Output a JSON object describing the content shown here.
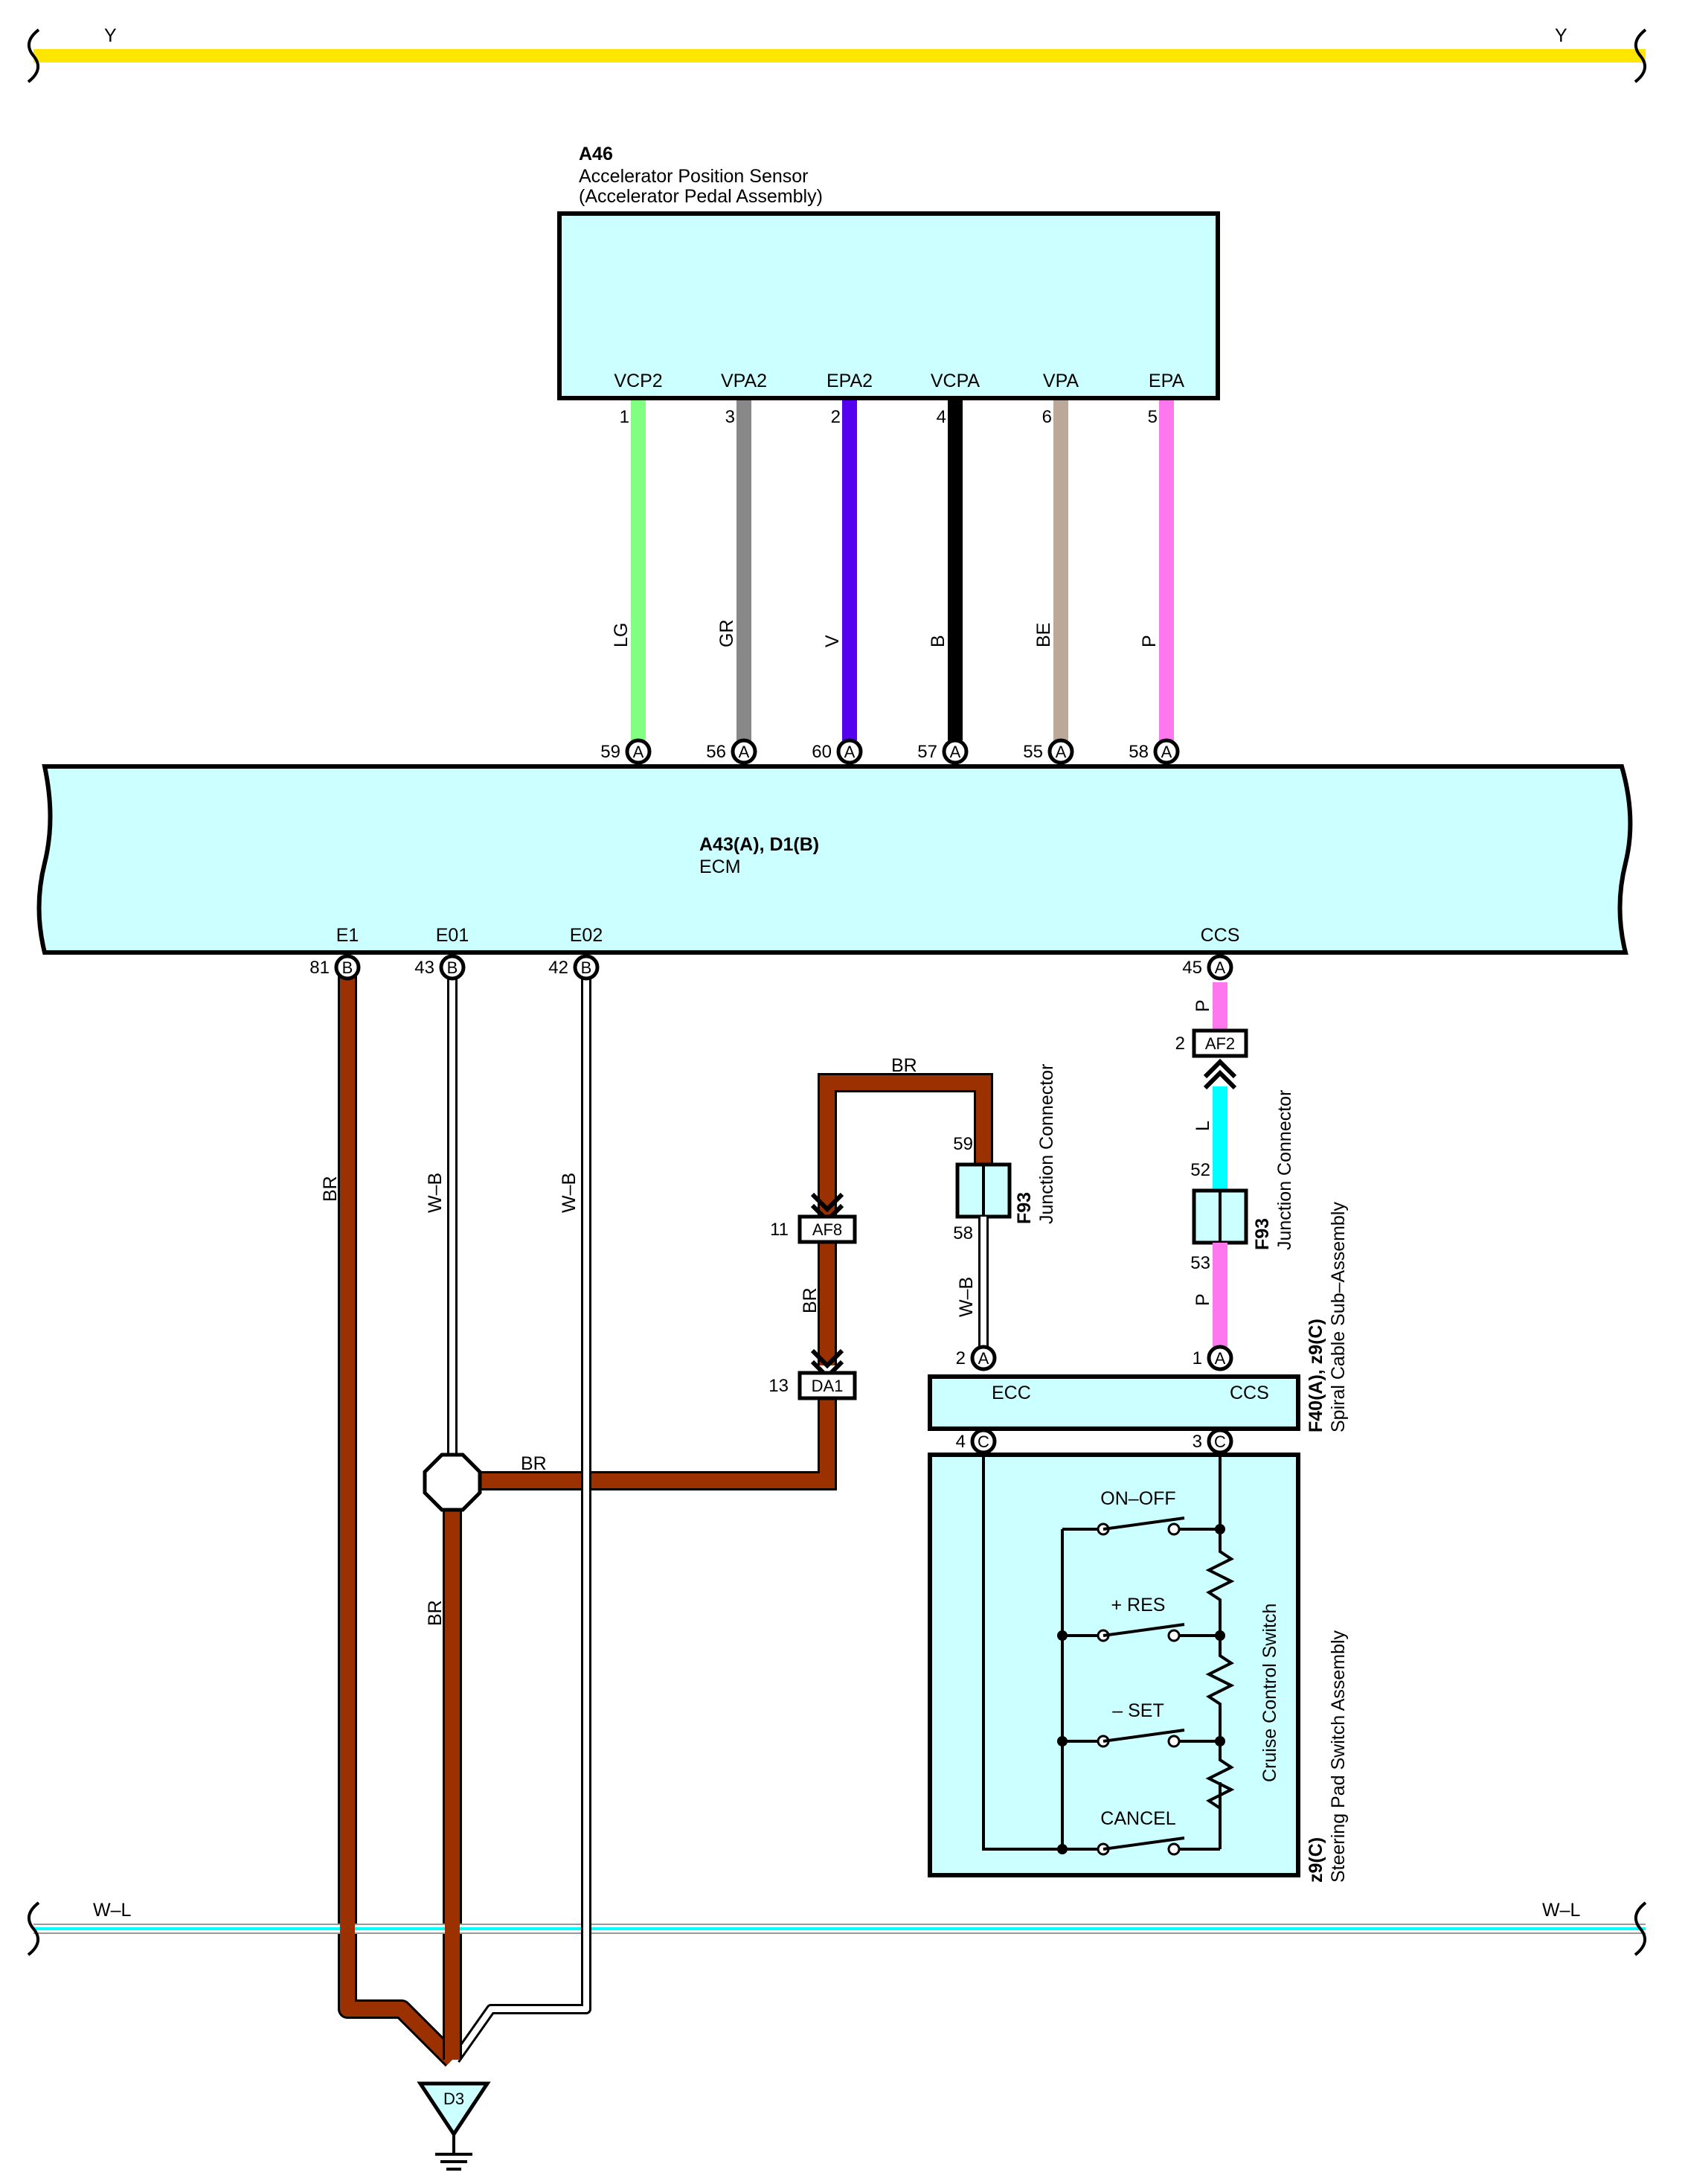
{
  "bus": {
    "top_label_left": "Y",
    "top_label_right": "Y",
    "bottom_label_left": "W–L",
    "bottom_label_right": "W–L"
  },
  "sensor": {
    "code": "A46",
    "name": "Accelerator Position Sensor",
    "subname": "(Accelerator Pedal Assembly)",
    "terminals": [
      {
        "name": "VCP2",
        "pin": "1",
        "wire": "LG",
        "color": "#80ff80",
        "ecm_pin": "59",
        "connector": "A"
      },
      {
        "name": "VPA2",
        "pin": "3",
        "wire": "GR",
        "color": "#888888",
        "ecm_pin": "56",
        "connector": "A"
      },
      {
        "name": "EPA2",
        "pin": "2",
        "wire": "V",
        "color": "#5500ee",
        "ecm_pin": "60",
        "connector": "A"
      },
      {
        "name": "VCPA",
        "pin": "4",
        "wire": "B",
        "color": "#000000",
        "ecm_pin": "57",
        "connector": "A"
      },
      {
        "name": "VPA",
        "pin": "6",
        "wire": "BE",
        "color": "#bba898",
        "ecm_pin": "55",
        "connector": "A"
      },
      {
        "name": "EPA",
        "pin": "5",
        "wire": "P",
        "color": "#ff77ee",
        "ecm_pin": "58",
        "connector": "A"
      }
    ]
  },
  "ecm": {
    "code": "A43(A), D1(B)",
    "name": "ECM",
    "bottom_terminals": [
      {
        "name": "E1",
        "pin": "81",
        "connector": "B"
      },
      {
        "name": "E01",
        "pin": "43",
        "connector": "B"
      },
      {
        "name": "E02",
        "pin": "42",
        "connector": "B"
      },
      {
        "name": "CCS",
        "pin": "45",
        "connector": "A"
      }
    ]
  },
  "wires": {
    "e1": "BR",
    "e01": "W–B",
    "e02": "W–B",
    "junction_out": "BR",
    "junction_down": "BR",
    "loop_top": "BR",
    "af8_da1": "BR",
    "f93_wb": "W–B",
    "ccs_p1": "P",
    "ccs_l": "L",
    "ccs_p2": "P"
  },
  "connectors": {
    "af2": {
      "code": "AF2",
      "pin": "2"
    },
    "af8": {
      "code": "AF8",
      "pin": "11"
    },
    "da1": {
      "code": "DA1",
      "pin": "13"
    },
    "f93_left": {
      "code": "F93",
      "name": "Junction Connector",
      "pin_top": "59",
      "pin_bottom": "58"
    },
    "f93_right": {
      "code": "F93",
      "name": "Junction Connector",
      "pin_top": "52",
      "pin_bottom": "53"
    }
  },
  "spiral": {
    "code": "F40(A), z9(C)",
    "name": "Spiral Cable Sub–Assembly",
    "left_label": "ECC",
    "right_label": "CCS",
    "pin_tl": "2",
    "conn_tl": "A",
    "pin_tr": "1",
    "conn_tr": "A",
    "pin_bl": "4",
    "conn_bl": "C",
    "pin_br": "3",
    "conn_br": "C"
  },
  "switch_assy": {
    "code": "z9(C)",
    "name": "Steering Pad Switch Assembly",
    "inner_name": "Cruise Control Switch",
    "switches": [
      "ON–OFF",
      "+ RES",
      "– SET",
      "CANCEL"
    ]
  },
  "ground": {
    "code": "D3"
  }
}
